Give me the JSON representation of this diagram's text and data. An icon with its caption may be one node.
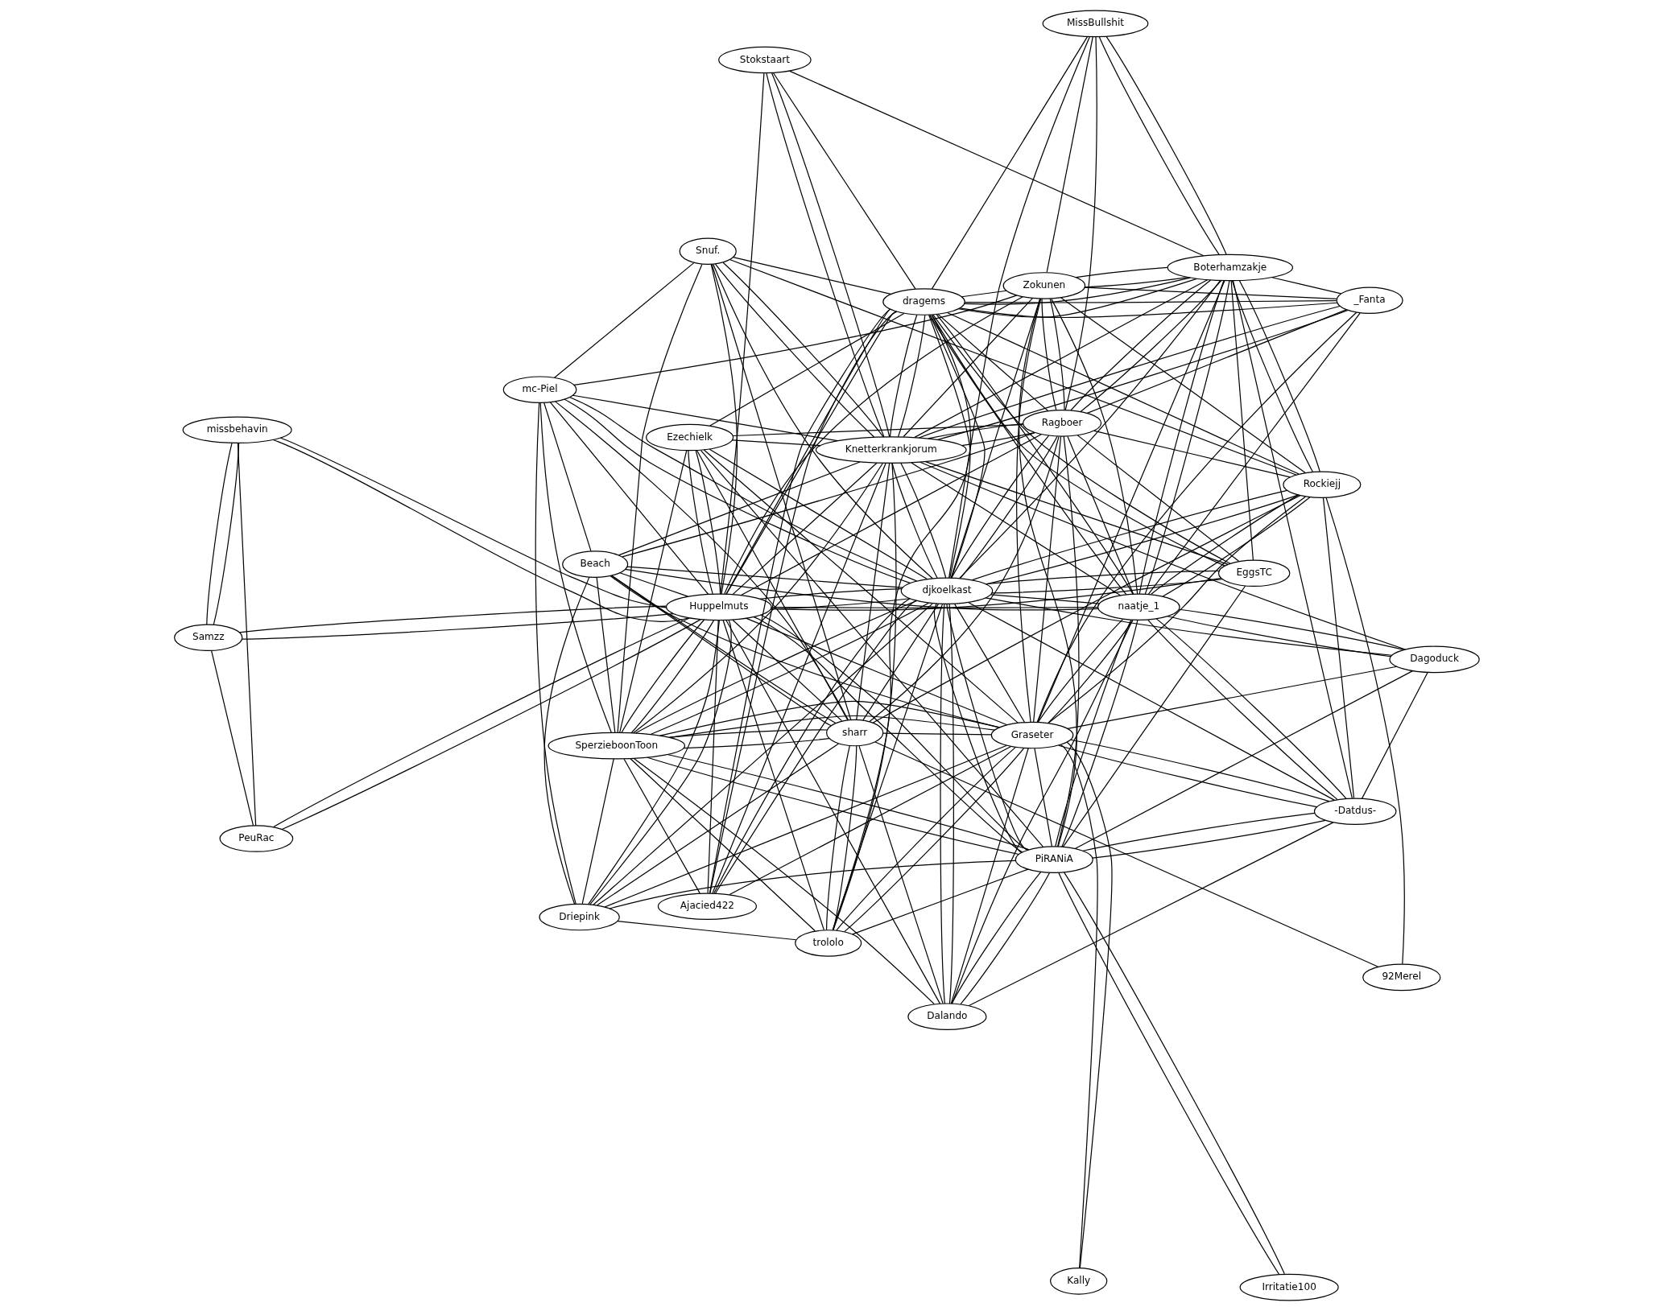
{
  "diagram": {
    "nodes": [
      {
        "text": [
          "Snuf."
        ]
      },
      {
        "text": [
          "92Merel"
        ]
      },
      {
        "text": [
          "EggsTC"
        ]
      },
      {
        "text": [
          "Samzz"
        ]
      },
      {
        "text": [
          "MissBullshit"
        ]
      },
      {
        "text": [
          "Ajacied422"
        ]
      },
      {
        "text": [
          "dragems"
        ]
      },
      {
        "text": [
          "mc-Piel"
        ]
      },
      {
        "text": [
          "Stokstaart"
        ]
      },
      {
        "text": [
          "Rockiejj"
        ]
      },
      {
        "text": [
          "PeuRac"
        ]
      },
      {
        "text": [
          "Boterhamzakje"
        ]
      },
      {
        "text": [
          "Huppelmuts"
        ]
      },
      {
        "text": [
          "Zokunen"
        ]
      },
      {
        "text": [
          "sharr"
        ]
      },
      {
        "text": [
          "Knetterkrankjorum"
        ]
      },
      {
        "text": [
          "SperzieboonToon"
        ]
      },
      {
        "text": [
          "Ragboer"
        ]
      },
      {
        "text": [
          "Beach"
        ]
      },
      {
        "text": [
          "djkoelkast"
        ]
      },
      {
        "text": [
          "naatje_1"
        ]
      },
      {
        "text": [
          "Driepink"
        ]
      },
      {
        "text": [
          "_Fanta"
        ]
      },
      {
        "text": [
          "trololo"
        ]
      },
      {
        "text": [
          "-Datdus-"
        ]
      },
      {
        "text": [
          "Ezechielk"
        ]
      },
      {
        "text": [
          "Graseter"
        ]
      },
      {
        "text": [
          "missbehavin"
        ]
      },
      {
        "text": [
          "Dagoduck"
        ]
      },
      {
        "text": [
          "Irritatie100"
        ]
      },
      {
        "text": [
          "Dalando"
        ]
      },
      {
        "text": [
          "PiRANiA"
        ]
      },
      {
        "text": [
          "Kally"
        ]
      }
    ],
    "edges": [
      {
        "from": 0,
        "to": 7,
        "arrow": "none"
      },
      {
        "from": 0,
        "to": 16,
        "arrow": "none"
      },
      {
        "from": 0,
        "to": 12,
        "arrow": "none"
      },
      {
        "from": 0,
        "to": 14,
        "arrow": "none"
      },
      {
        "from": 0,
        "to": 19,
        "arrow": "none"
      },
      {
        "from": 0,
        "to": 15,
        "arrow": "none"
      },
      {
        "from": 0,
        "to": 15,
        "arrow": "none"
      },
      {
        "from": 0,
        "to": 6,
        "arrow": "none"
      },
      {
        "from": 0,
        "to": 9,
        "arrow": "none"
      },
      {
        "from": 1,
        "to": 14,
        "arrow": "none"
      },
      {
        "from": 1,
        "to": 9,
        "arrow": "none"
      },
      {
        "from": 2,
        "to": 12,
        "arrow": "none"
      },
      {
        "from": 2,
        "to": 6,
        "arrow": "none"
      },
      {
        "from": 2,
        "to": 6,
        "arrow": "none"
      },
      {
        "from": 2,
        "to": 19,
        "arrow": "none"
      },
      {
        "from": 2,
        "to": 19,
        "arrow": "none"
      },
      {
        "from": 2,
        "to": 15,
        "arrow": "none"
      },
      {
        "from": 2,
        "to": 31,
        "arrow": "none"
      },
      {
        "from": 2,
        "to": 17,
        "arrow": "none"
      },
      {
        "from": 2,
        "to": 11,
        "arrow": "none"
      },
      {
        "from": 3,
        "to": 10,
        "arrow": "none"
      },
      {
        "from": 3,
        "to": 27,
        "arrow": "none"
      },
      {
        "from": 3,
        "to": 27,
        "arrow": "none"
      },
      {
        "from": 3,
        "to": 12,
        "arrow": "none"
      },
      {
        "from": 3,
        "to": 12,
        "arrow": "none"
      },
      {
        "from": 4,
        "to": 6,
        "arrow": "none"
      },
      {
        "from": 4,
        "to": 13,
        "arrow": "none"
      },
      {
        "from": 4,
        "to": 19,
        "arrow": "none"
      },
      {
        "from": 4,
        "to": 11,
        "arrow": "none"
      },
      {
        "from": 4,
        "to": 11,
        "arrow": "none"
      },
      {
        "from": 4,
        "to": 17,
        "arrow": "none"
      },
      {
        "from": 5,
        "to": 6,
        "arrow": "none"
      },
      {
        "from": 5,
        "to": 6,
        "arrow": "none"
      },
      {
        "from": 5,
        "to": 16,
        "arrow": "none"
      },
      {
        "from": 5,
        "to": 12,
        "arrow": "none"
      },
      {
        "from": 5,
        "to": 19,
        "arrow": "none"
      },
      {
        "from": 5,
        "to": 19,
        "arrow": "none"
      },
      {
        "from": 5,
        "to": 15,
        "arrow": "none"
      },
      {
        "from": 5,
        "to": 26,
        "arrow": "none"
      },
      {
        "from": 6,
        "to": 8,
        "arrow": "none"
      },
      {
        "from": 6,
        "to": 12,
        "arrow": "none"
      },
      {
        "from": 6,
        "to": 12,
        "arrow": "none"
      },
      {
        "from": 6,
        "to": 9,
        "arrow": "none"
      },
      {
        "from": 6,
        "to": 11,
        "arrow": "none"
      },
      {
        "from": 6,
        "to": 11,
        "arrow": "none"
      },
      {
        "from": 6,
        "to": 13,
        "arrow": "none"
      },
      {
        "from": 6,
        "to": 15,
        "arrow": "none"
      },
      {
        "from": 6,
        "to": 15,
        "arrow": "none"
      },
      {
        "from": 6,
        "to": 19,
        "arrow": "none"
      },
      {
        "from": 6,
        "to": 19,
        "arrow": "none"
      },
      {
        "from": 6,
        "to": 25,
        "arrow": "none"
      },
      {
        "from": 6,
        "to": 20,
        "arrow": "none"
      },
      {
        "from": 6,
        "to": 20,
        "arrow": "none"
      },
      {
        "from": 6,
        "to": 17,
        "arrow": "none"
      },
      {
        "from": 6,
        "to": 22,
        "arrow": "none"
      },
      {
        "from": 6,
        "to": 22,
        "arrow": "none"
      },
      {
        "from": 6,
        "to": 23,
        "arrow": "none"
      },
      {
        "from": 7,
        "to": 12,
        "arrow": "none"
      },
      {
        "from": 7,
        "to": 16,
        "arrow": "none"
      },
      {
        "from": 7,
        "to": 21,
        "arrow": "none"
      },
      {
        "from": 7,
        "to": 18,
        "arrow": "none"
      },
      {
        "from": 7,
        "to": 19,
        "arrow": "none"
      },
      {
        "from": 7,
        "to": 19,
        "arrow": "none"
      },
      {
        "from": 7,
        "to": 15,
        "arrow": "none"
      },
      {
        "from": 7,
        "to": 13,
        "arrow": "none"
      },
      {
        "from": 7,
        "to": 14,
        "arrow": "none"
      },
      {
        "from": 8,
        "to": 12,
        "arrow": "none"
      },
      {
        "from": 8,
        "to": 15,
        "arrow": "none"
      },
      {
        "from": 8,
        "to": 15,
        "arrow": "none"
      },
      {
        "from": 8,
        "to": 11,
        "arrow": "none"
      },
      {
        "from": 9,
        "to": 13,
        "arrow": "none"
      },
      {
        "from": 9,
        "to": 11,
        "arrow": "none"
      },
      {
        "from": 9,
        "to": 11,
        "arrow": "none"
      },
      {
        "from": 9,
        "to": 17,
        "arrow": "none"
      },
      {
        "from": 9,
        "to": 20,
        "arrow": "none"
      },
      {
        "from": 9,
        "to": 20,
        "arrow": "none"
      },
      {
        "from": 9,
        "to": 19,
        "arrow": "none"
      },
      {
        "from": 9,
        "to": 19,
        "arrow": "none"
      },
      {
        "from": 9,
        "to": 26,
        "arrow": "none"
      },
      {
        "from": 9,
        "to": 24,
        "arrow": "none"
      },
      {
        "from": 9,
        "to": 14,
        "arrow": "none"
      },
      {
        "from": 10,
        "to": 12,
        "arrow": "none"
      },
      {
        "from": 10,
        "to": 12,
        "arrow": "none"
      },
      {
        "from": 10,
        "to": 27,
        "arrow": "none"
      },
      {
        "from": 11,
        "to": 13,
        "arrow": "none"
      },
      {
        "from": 11,
        "to": 13,
        "arrow": "none"
      },
      {
        "from": 11,
        "to": 15,
        "arrow": "none"
      },
      {
        "from": 11,
        "to": 17,
        "arrow": "none"
      },
      {
        "from": 11,
        "to": 17,
        "arrow": "none"
      },
      {
        "from": 11,
        "to": 20,
        "arrow": "none"
      },
      {
        "from": 11,
        "to": 20,
        "arrow": "none"
      },
      {
        "from": 11,
        "to": 19,
        "arrow": "none"
      },
      {
        "from": 11,
        "to": 26,
        "arrow": "none"
      },
      {
        "from": 11,
        "to": 24,
        "arrow": "none"
      },
      {
        "from": 11,
        "to": 22,
        "arrow": "none"
      },
      {
        "from": 12,
        "to": 13,
        "arrow": "none"
      },
      {
        "from": 12,
        "to": 14,
        "arrow": "none"
      },
      {
        "from": 12,
        "to": 15,
        "arrow": "none"
      },
      {
        "from": 12,
        "to": 16,
        "arrow": "none"
      },
      {
        "from": 12,
        "to": 16,
        "arrow": "none"
      },
      {
        "from": 12,
        "to": 21,
        "arrow": "none"
      },
      {
        "from": 12,
        "to": 21,
        "arrow": "none"
      },
      {
        "from": 12,
        "to": 18,
        "arrow": "none"
      },
      {
        "from": 12,
        "to": 19,
        "arrow": "none"
      },
      {
        "from": 12,
        "to": 19,
        "arrow": "none"
      },
      {
        "from": 12,
        "to": 23,
        "arrow": "none"
      },
      {
        "from": 12,
        "to": 25,
        "arrow": "none"
      },
      {
        "from": 12,
        "to": 25,
        "arrow": "none"
      },
      {
        "from": 12,
        "to": 30,
        "arrow": "none"
      },
      {
        "from": 12,
        "to": 31,
        "arrow": "none"
      },
      {
        "from": 12,
        "to": 31,
        "arrow": "none"
      },
      {
        "from": 12,
        "to": 26,
        "arrow": "none"
      },
      {
        "from": 12,
        "to": 20,
        "arrow": "none"
      },
      {
        "from": 12,
        "to": 27,
        "arrow": "none"
      },
      {
        "from": 12,
        "to": 27,
        "arrow": "none"
      },
      {
        "from": 12,
        "to": 17,
        "arrow": "none"
      },
      {
        "from": 13,
        "to": 15,
        "arrow": "none"
      },
      {
        "from": 13,
        "to": 17,
        "arrow": "none"
      },
      {
        "from": 13,
        "to": 17,
        "arrow": "none"
      },
      {
        "from": 13,
        "to": 19,
        "arrow": "none"
      },
      {
        "from": 13,
        "to": 20,
        "arrow": "none"
      },
      {
        "from": 13,
        "to": 26,
        "arrow": "none"
      },
      {
        "from": 13,
        "to": 31,
        "arrow": "none"
      },
      {
        "from": 13,
        "to": 22,
        "arrow": "none"
      },
      {
        "from": 14,
        "to": 15,
        "arrow": "none"
      },
      {
        "from": 14,
        "to": 16,
        "arrow": "none"
      },
      {
        "from": 14,
        "to": 16,
        "arrow": "none"
      },
      {
        "from": 14,
        "to": 17,
        "arrow": "none"
      },
      {
        "from": 14,
        "to": 18,
        "arrow": "none"
      },
      {
        "from": 14,
        "to": 18,
        "arrow": "none"
      },
      {
        "from": 14,
        "to": 19,
        "arrow": "none"
      },
      {
        "from": 14,
        "to": 23,
        "arrow": "none"
      },
      {
        "from": 14,
        "to": 23,
        "arrow": "none"
      },
      {
        "from": 14,
        "to": 25,
        "arrow": "none"
      },
      {
        "from": 14,
        "to": 30,
        "arrow": "none"
      },
      {
        "from": 14,
        "to": 26,
        "arrow": "none"
      },
      {
        "from": 14,
        "to": 21,
        "arrow": "none"
      },
      {
        "from": 15,
        "to": 16,
        "arrow": "none"
      },
      {
        "from": 15,
        "to": 17,
        "arrow": "none"
      },
      {
        "from": 15,
        "to": 17,
        "arrow": "none"
      },
      {
        "from": 15,
        "to": 19,
        "arrow": "none"
      },
      {
        "from": 15,
        "to": 19,
        "arrow": "none"
      },
      {
        "from": 15,
        "to": 20,
        "arrow": "none"
      },
      {
        "from": 15,
        "to": 22,
        "arrow": "none"
      },
      {
        "from": 15,
        "to": 22,
        "arrow": "none"
      },
      {
        "from": 15,
        "to": 18,
        "arrow": "none"
      },
      {
        "from": 15,
        "to": 23,
        "arrow": "none"
      },
      {
        "from": 15,
        "to": 25,
        "arrow": "none"
      },
      {
        "from": 15,
        "to": 28,
        "arrow": "none"
      },
      {
        "from": 16,
        "to": 21,
        "arrow": "none"
      },
      {
        "from": 16,
        "to": 18,
        "arrow": "none"
      },
      {
        "from": 16,
        "to": 19,
        "arrow": "none"
      },
      {
        "from": 16,
        "to": 19,
        "arrow": "none"
      },
      {
        "from": 16,
        "to": 23,
        "arrow": "none"
      },
      {
        "from": 16,
        "to": 25,
        "arrow": "none"
      },
      {
        "from": 16,
        "to": 26,
        "arrow": "none"
      },
      {
        "from": 16,
        "to": 26,
        "arrow": "none"
      },
      {
        "from": 16,
        "to": 31,
        "arrow": "none"
      },
      {
        "from": 16,
        "to": 31,
        "arrow": "none"
      },
      {
        "from": 16,
        "to": 30,
        "arrow": "none"
      },
      {
        "from": 17,
        "to": 19,
        "arrow": "none"
      },
      {
        "from": 17,
        "to": 19,
        "arrow": "none"
      },
      {
        "from": 17,
        "to": 20,
        "arrow": "none"
      },
      {
        "from": 17,
        "to": 18,
        "arrow": "none"
      },
      {
        "from": 17,
        "to": 25,
        "arrow": "none"
      },
      {
        "from": 17,
        "to": 26,
        "arrow": "none"
      },
      {
        "from": 17,
        "to": 31,
        "arrow": "none"
      },
      {
        "from": 17,
        "to": 22,
        "arrow": "none"
      },
      {
        "from": 18,
        "to": 19,
        "arrow": "none"
      },
      {
        "from": 18,
        "to": 20,
        "arrow": "none"
      },
      {
        "from": 18,
        "to": 21,
        "arrow": "none"
      },
      {
        "from": 18,
        "to": 26,
        "arrow": "none"
      },
      {
        "from": 19,
        "to": 20,
        "arrow": "none"
      },
      {
        "from": 19,
        "to": 21,
        "arrow": "none"
      },
      {
        "from": 19,
        "to": 23,
        "arrow": "none"
      },
      {
        "from": 19,
        "to": 25,
        "arrow": "none"
      },
      {
        "from": 19,
        "to": 26,
        "arrow": "none"
      },
      {
        "from": 19,
        "to": 31,
        "arrow": "none"
      },
      {
        "from": 19,
        "to": 31,
        "arrow": "none"
      },
      {
        "from": 19,
        "to": 30,
        "arrow": "none"
      },
      {
        "from": 19,
        "to": 30,
        "arrow": "none"
      },
      {
        "from": 19,
        "to": 24,
        "arrow": "none"
      },
      {
        "from": 19,
        "to": 28,
        "arrow": "none"
      },
      {
        "from": 20,
        "to": 22,
        "arrow": "none"
      },
      {
        "from": 20,
        "to": 26,
        "arrow": "none"
      },
      {
        "from": 20,
        "to": 26,
        "arrow": "none"
      },
      {
        "from": 20,
        "to": 31,
        "arrow": "none"
      },
      {
        "from": 20,
        "to": 31,
        "arrow": "none"
      },
      {
        "from": 20,
        "to": 30,
        "arrow": "none"
      },
      {
        "from": 20,
        "to": 24,
        "arrow": "none"
      },
      {
        "from": 20,
        "to": 24,
        "arrow": "none"
      },
      {
        "from": 20,
        "to": 28,
        "arrow": "none"
      },
      {
        "from": 20,
        "to": 28,
        "arrow": "none"
      },
      {
        "from": 21,
        "to": 23,
        "arrow": "none"
      },
      {
        "from": 21,
        "to": 26,
        "arrow": "none"
      },
      {
        "from": 21,
        "to": 31,
        "arrow": "none"
      },
      {
        "from": 22,
        "to": 26,
        "arrow": "none"
      },
      {
        "from": 23,
        "to": 26,
        "arrow": "none"
      },
      {
        "from": 23,
        "to": 26,
        "arrow": "none"
      },
      {
        "from": 23,
        "to": 31,
        "arrow": "none"
      },
      {
        "from": 24,
        "to": 26,
        "arrow": "none"
      },
      {
        "from": 24,
        "to": 26,
        "arrow": "none"
      },
      {
        "from": 24,
        "to": 31,
        "arrow": "none"
      },
      {
        "from": 24,
        "to": 31,
        "arrow": "none"
      },
      {
        "from": 24,
        "to": 30,
        "arrow": "none"
      },
      {
        "from": 24,
        "to": 28,
        "arrow": "none"
      },
      {
        "from": 25,
        "to": 26,
        "arrow": "none"
      },
      {
        "from": 25,
        "to": 31,
        "arrow": "none"
      },
      {
        "from": 26,
        "to": 30,
        "arrow": "none"
      },
      {
        "from": 26,
        "to": 31,
        "arrow": "none"
      },
      {
        "from": 26,
        "to": 32,
        "arrow": "none"
      },
      {
        "from": 26,
        "to": 32,
        "arrow": "none"
      },
      {
        "from": 26,
        "to": 28,
        "arrow": "none"
      },
      {
        "from": 28,
        "to": 31,
        "arrow": "none"
      },
      {
        "from": 29,
        "to": 31,
        "arrow": "none"
      },
      {
        "from": 29,
        "to": 31,
        "arrow": "none"
      },
      {
        "from": 30,
        "to": 31,
        "arrow": "none"
      },
      {
        "from": 30,
        "to": 31,
        "arrow": "none"
      }
    ]
  }
}
